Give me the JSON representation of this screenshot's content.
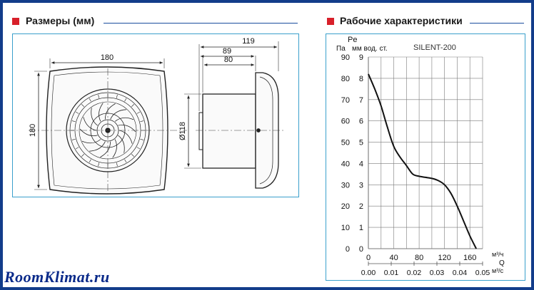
{
  "dimensions": {
    "title": "Размеры (мм)",
    "front_width": "180",
    "front_height": "180",
    "depth_total": "119",
    "depth_mid": "89",
    "depth_body": "80",
    "diameter": "Ø118"
  },
  "performance": {
    "title": "Рабочие характеристики",
    "colors": {
      "curve": "#111111",
      "grid": "#7a7a7a",
      "accent": "#d8202a",
      "frame": "#123c8a",
      "panel_border": "#3aa0cc"
    }
  },
  "chart_data": {
    "type": "line",
    "title": "",
    "model_label": "SILENT-200",
    "ylabel_top": "Pe",
    "ylabel_pa": "Па",
    "ylabel_mm": "мм вод. ст.",
    "y_pa_ticks": [
      "0",
      "10",
      "20",
      "30",
      "40",
      "50",
      "60",
      "70",
      "80",
      "90"
    ],
    "y_mm_ticks": [
      "0",
      "1",
      "2",
      "3",
      "4",
      "5",
      "6",
      "7",
      "8",
      "9"
    ],
    "x_m3h_ticks": [
      "0",
      "40",
      "80",
      "120",
      "160"
    ],
    "x_m3s_ticks": [
      "0.00",
      "0.01",
      "0.02",
      "0.03",
      "0.04",
      "0.05"
    ],
    "xlabel_q": "Q",
    "xunit_m3h": "м³/ч",
    "xunit_m3s": "м³/с",
    "xlim": [
      0,
      180
    ],
    "ylim": [
      0,
      90
    ],
    "grid": true,
    "series": [
      {
        "x": [
          0,
          10,
          20,
          30,
          40,
          50,
          60,
          70,
          80,
          90,
          100,
          110,
          120,
          130,
          140,
          150,
          160,
          170
        ],
        "y": [
          82,
          75,
          67,
          57,
          48,
          43,
          39,
          35,
          34,
          33.5,
          33,
          32,
          30,
          26,
          20,
          13,
          6,
          0
        ]
      }
    ]
  },
  "watermark": "RoomKlimat.ru"
}
